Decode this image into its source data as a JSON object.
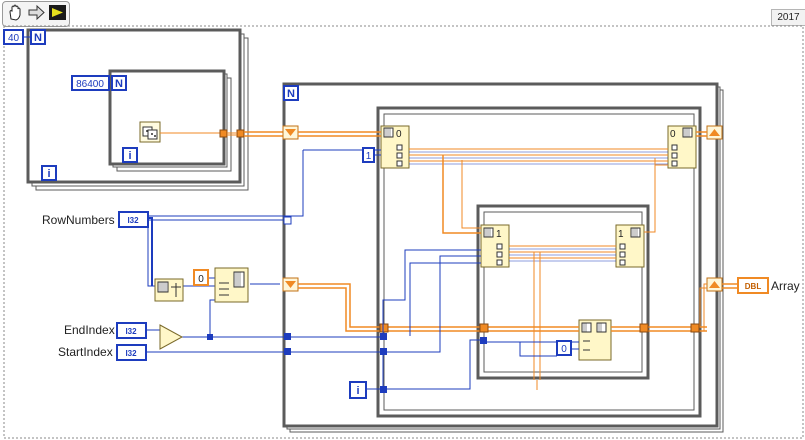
{
  "toolbar": {
    "tools": [
      "hand-tool-icon",
      "step-arrow-icon",
      "run-highlight-icon"
    ],
    "version": "2017"
  },
  "diagram": {
    "outer_loop_count": "40",
    "inner_loop_count": "86400",
    "loop_terminal_N": "N",
    "loop_terminal_i": "i",
    "const_one": "1",
    "const_zero": "0",
    "index_zero": "0",
    "index_one": "1",
    "case_zero": "0",
    "rand_icon": "random-number-icon",
    "controls": [
      {
        "label": "RowNumbers",
        "type": "I32"
      },
      {
        "label": "EndIndex",
        "type": "I32"
      },
      {
        "label": "StartIndex",
        "type": "I32"
      }
    ],
    "indicator": {
      "label": "Array",
      "type": "DBL"
    },
    "colors": {
      "int_wire": "#1d3cbe",
      "dbl_wire": "#f08a24",
      "loop_border": "#5b5b5b",
      "node_fill": "#fff7c8"
    }
  }
}
